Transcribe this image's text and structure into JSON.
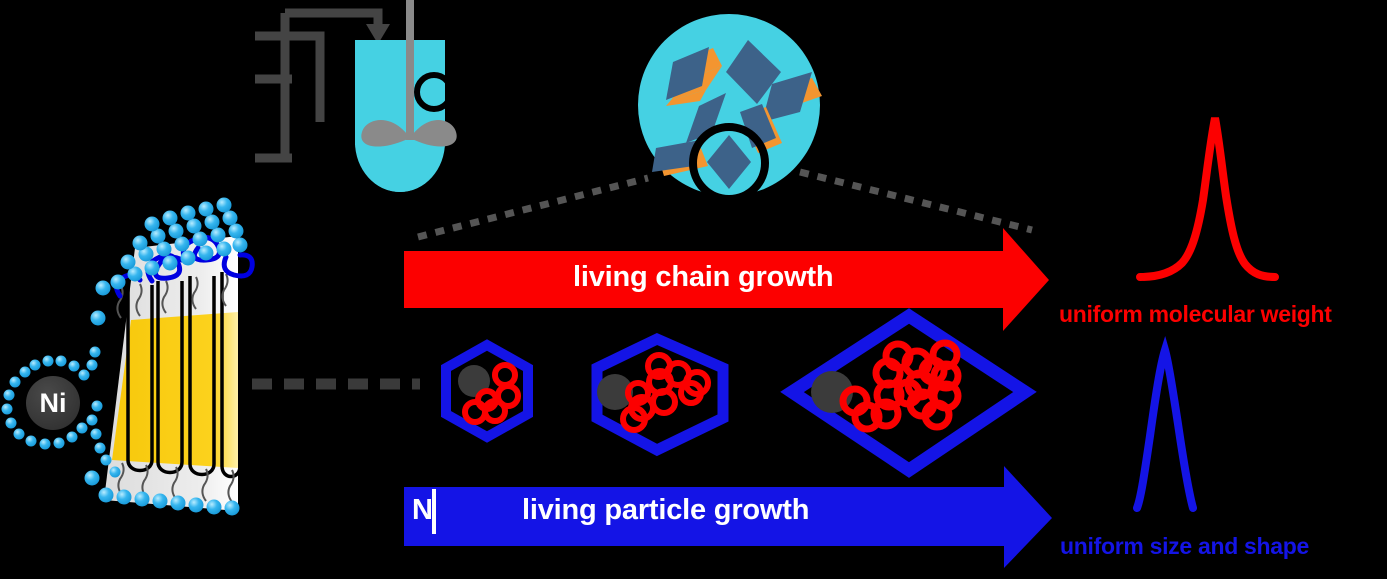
{
  "figure": {
    "kind": "scientific-scheme-diagram",
    "background_color": "#000000",
    "title_text": "",
    "arrows": [
      {
        "id": "chain-growth",
        "label": "living chain growth",
        "color": "#fc0000",
        "direction": "right",
        "text_color": "#ffffff"
      },
      {
        "id": "particle-growth",
        "label": "living particle growth",
        "color": "#1414e6",
        "direction": "right",
        "text_color": "#ffffff",
        "prefix_marker": "N"
      }
    ],
    "result_labels": [
      {
        "id": "uniform-mw",
        "text": "uniform molecular weight",
        "color": "#fc0000"
      },
      {
        "id": "uniform-size",
        "text": "uniform size and shape",
        "color": "#1414e6"
      }
    ],
    "catalyst": {
      "symbol": "Ni",
      "symbol_color": "#ffffff",
      "disc_color": "#333333",
      "ligand_dot_color": "#36b6ef"
    },
    "reactor": {
      "liquid_color": "#45d1e3",
      "stirrer_color": "#8a8a8a",
      "pipe_color": "#444444",
      "lens_color": "#000000",
      "feed_line_count": 3
    },
    "inset_circle": {
      "fill_color": "#45d1e3",
      "platelet_face_color": "#3d6289",
      "platelet_edge_color": "#f39530",
      "highlight_ring_color": "#000000",
      "platelet_count": 7
    },
    "membrane": {
      "core_color": "#f7c80b",
      "headgroup_color": "#36b6ef",
      "polymer_color": "#0000e1",
      "sheet_color": "#e8e8e8",
      "chain_color": "#000000"
    },
    "particle_stages": [
      {
        "id": "stage-1",
        "shape": "hexagon",
        "outline_color": "#1414e6",
        "ring_color": "#fc0000",
        "ring_count": 5,
        "seed_color": "#3b3b3b"
      },
      {
        "id": "stage-2",
        "shape": "elongated-hexagon",
        "outline_color": "#1414e6",
        "ring_color": "#fc0000",
        "ring_count": 9,
        "seed_color": "#3b3b3b"
      },
      {
        "id": "stage-3",
        "shape": "rhombus",
        "outline_color": "#1414e6",
        "ring_color": "#fc0000",
        "ring_count": 15,
        "seed_color": "#3b3b3b"
      }
    ],
    "connectors": [
      {
        "id": "inset-left-dotted",
        "style": "dotted",
        "color": "#555555"
      },
      {
        "id": "inset-right-dotted",
        "style": "dotted",
        "color": "#555555"
      },
      {
        "id": "membrane-to-stages-dashed",
        "style": "dashed",
        "color": "#3a3a3a"
      }
    ]
  },
  "chart_data": [
    {
      "type": "line",
      "id": "molecular-weight-distribution",
      "title": "uniform molecular weight",
      "color": "#fc0000",
      "xlabel": "",
      "ylabel": "",
      "grid": false,
      "legend": "none",
      "note": "narrow unimodal peak with slight low-end tail",
      "x": [
        0,
        5,
        10,
        15,
        20,
        25,
        30,
        35,
        40,
        45,
        50,
        55,
        60,
        65,
        70,
        75,
        80,
        85,
        90,
        95,
        100
      ],
      "y": [
        2,
        2,
        3,
        4,
        5,
        7,
        10,
        16,
        26,
        46,
        72,
        94,
        100,
        90,
        62,
        32,
        14,
        6,
        3,
        2,
        2
      ]
    },
    {
      "type": "line",
      "id": "particle-size-distribution",
      "title": "uniform size and shape",
      "color": "#1414e6",
      "xlabel": "",
      "ylabel": "",
      "grid": false,
      "legend": "none",
      "note": "very narrow symmetric peak",
      "x": [
        0,
        5,
        10,
        15,
        20,
        25,
        30,
        35,
        40,
        45,
        50,
        55,
        60,
        65,
        70,
        75,
        80,
        85,
        90,
        95,
        100
      ],
      "y": [
        0,
        1,
        2,
        4,
        8,
        16,
        33,
        58,
        82,
        96,
        100,
        92,
        76,
        58,
        40,
        25,
        14,
        7,
        3,
        1,
        0
      ]
    }
  ]
}
